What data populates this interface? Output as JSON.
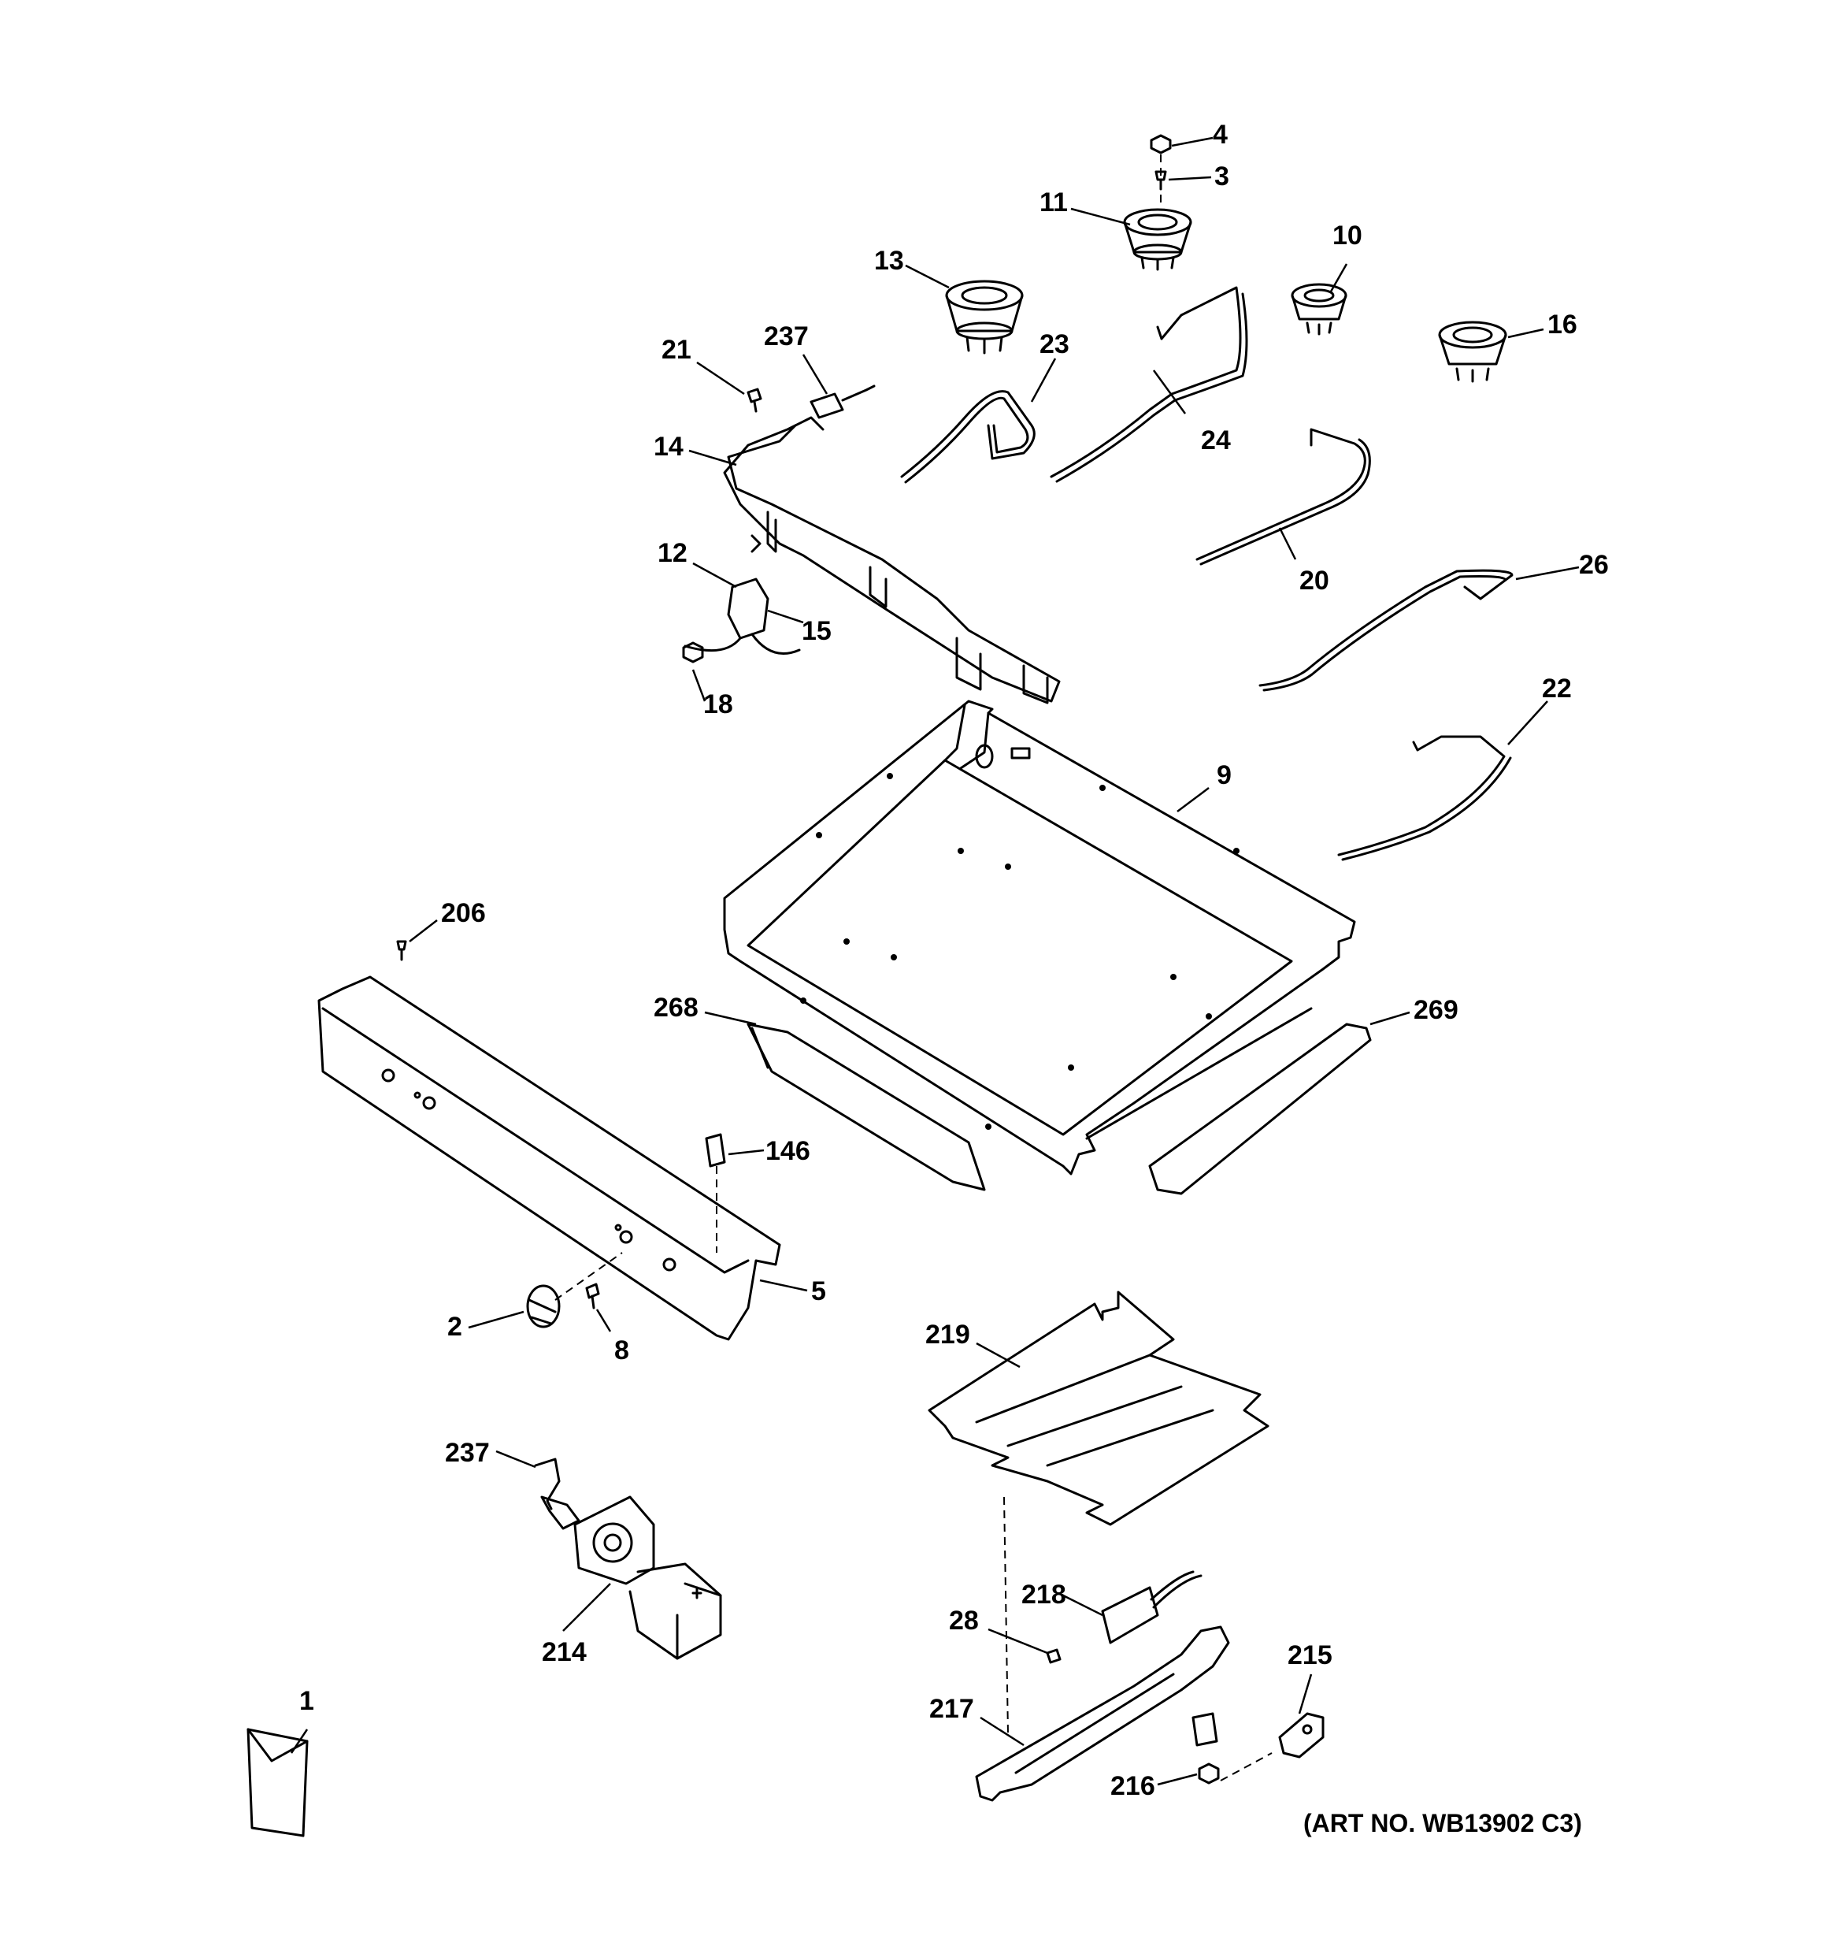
{
  "labels": {
    "l1": "1",
    "l2": "2",
    "l3": "3",
    "l4": "4",
    "l5": "5",
    "l8": "8",
    "l9": "9",
    "l10": "10",
    "l11": "11",
    "l12": "12",
    "l13": "13",
    "l14": "14",
    "l15": "15",
    "l16": "16",
    "l18": "18",
    "l20": "20",
    "l21": "21",
    "l22": "22",
    "l23": "23",
    "l24": "24",
    "l26": "26",
    "l28": "28",
    "l146": "146",
    "l206": "206",
    "l214": "214",
    "l215": "215",
    "l216": "216",
    "l217": "217",
    "l218": "218",
    "l219": "219",
    "l237a": "237",
    "l237b": "237",
    "l268": "268",
    "l269": "269"
  },
  "art_number": "(ART NO. WB13902 C3)"
}
